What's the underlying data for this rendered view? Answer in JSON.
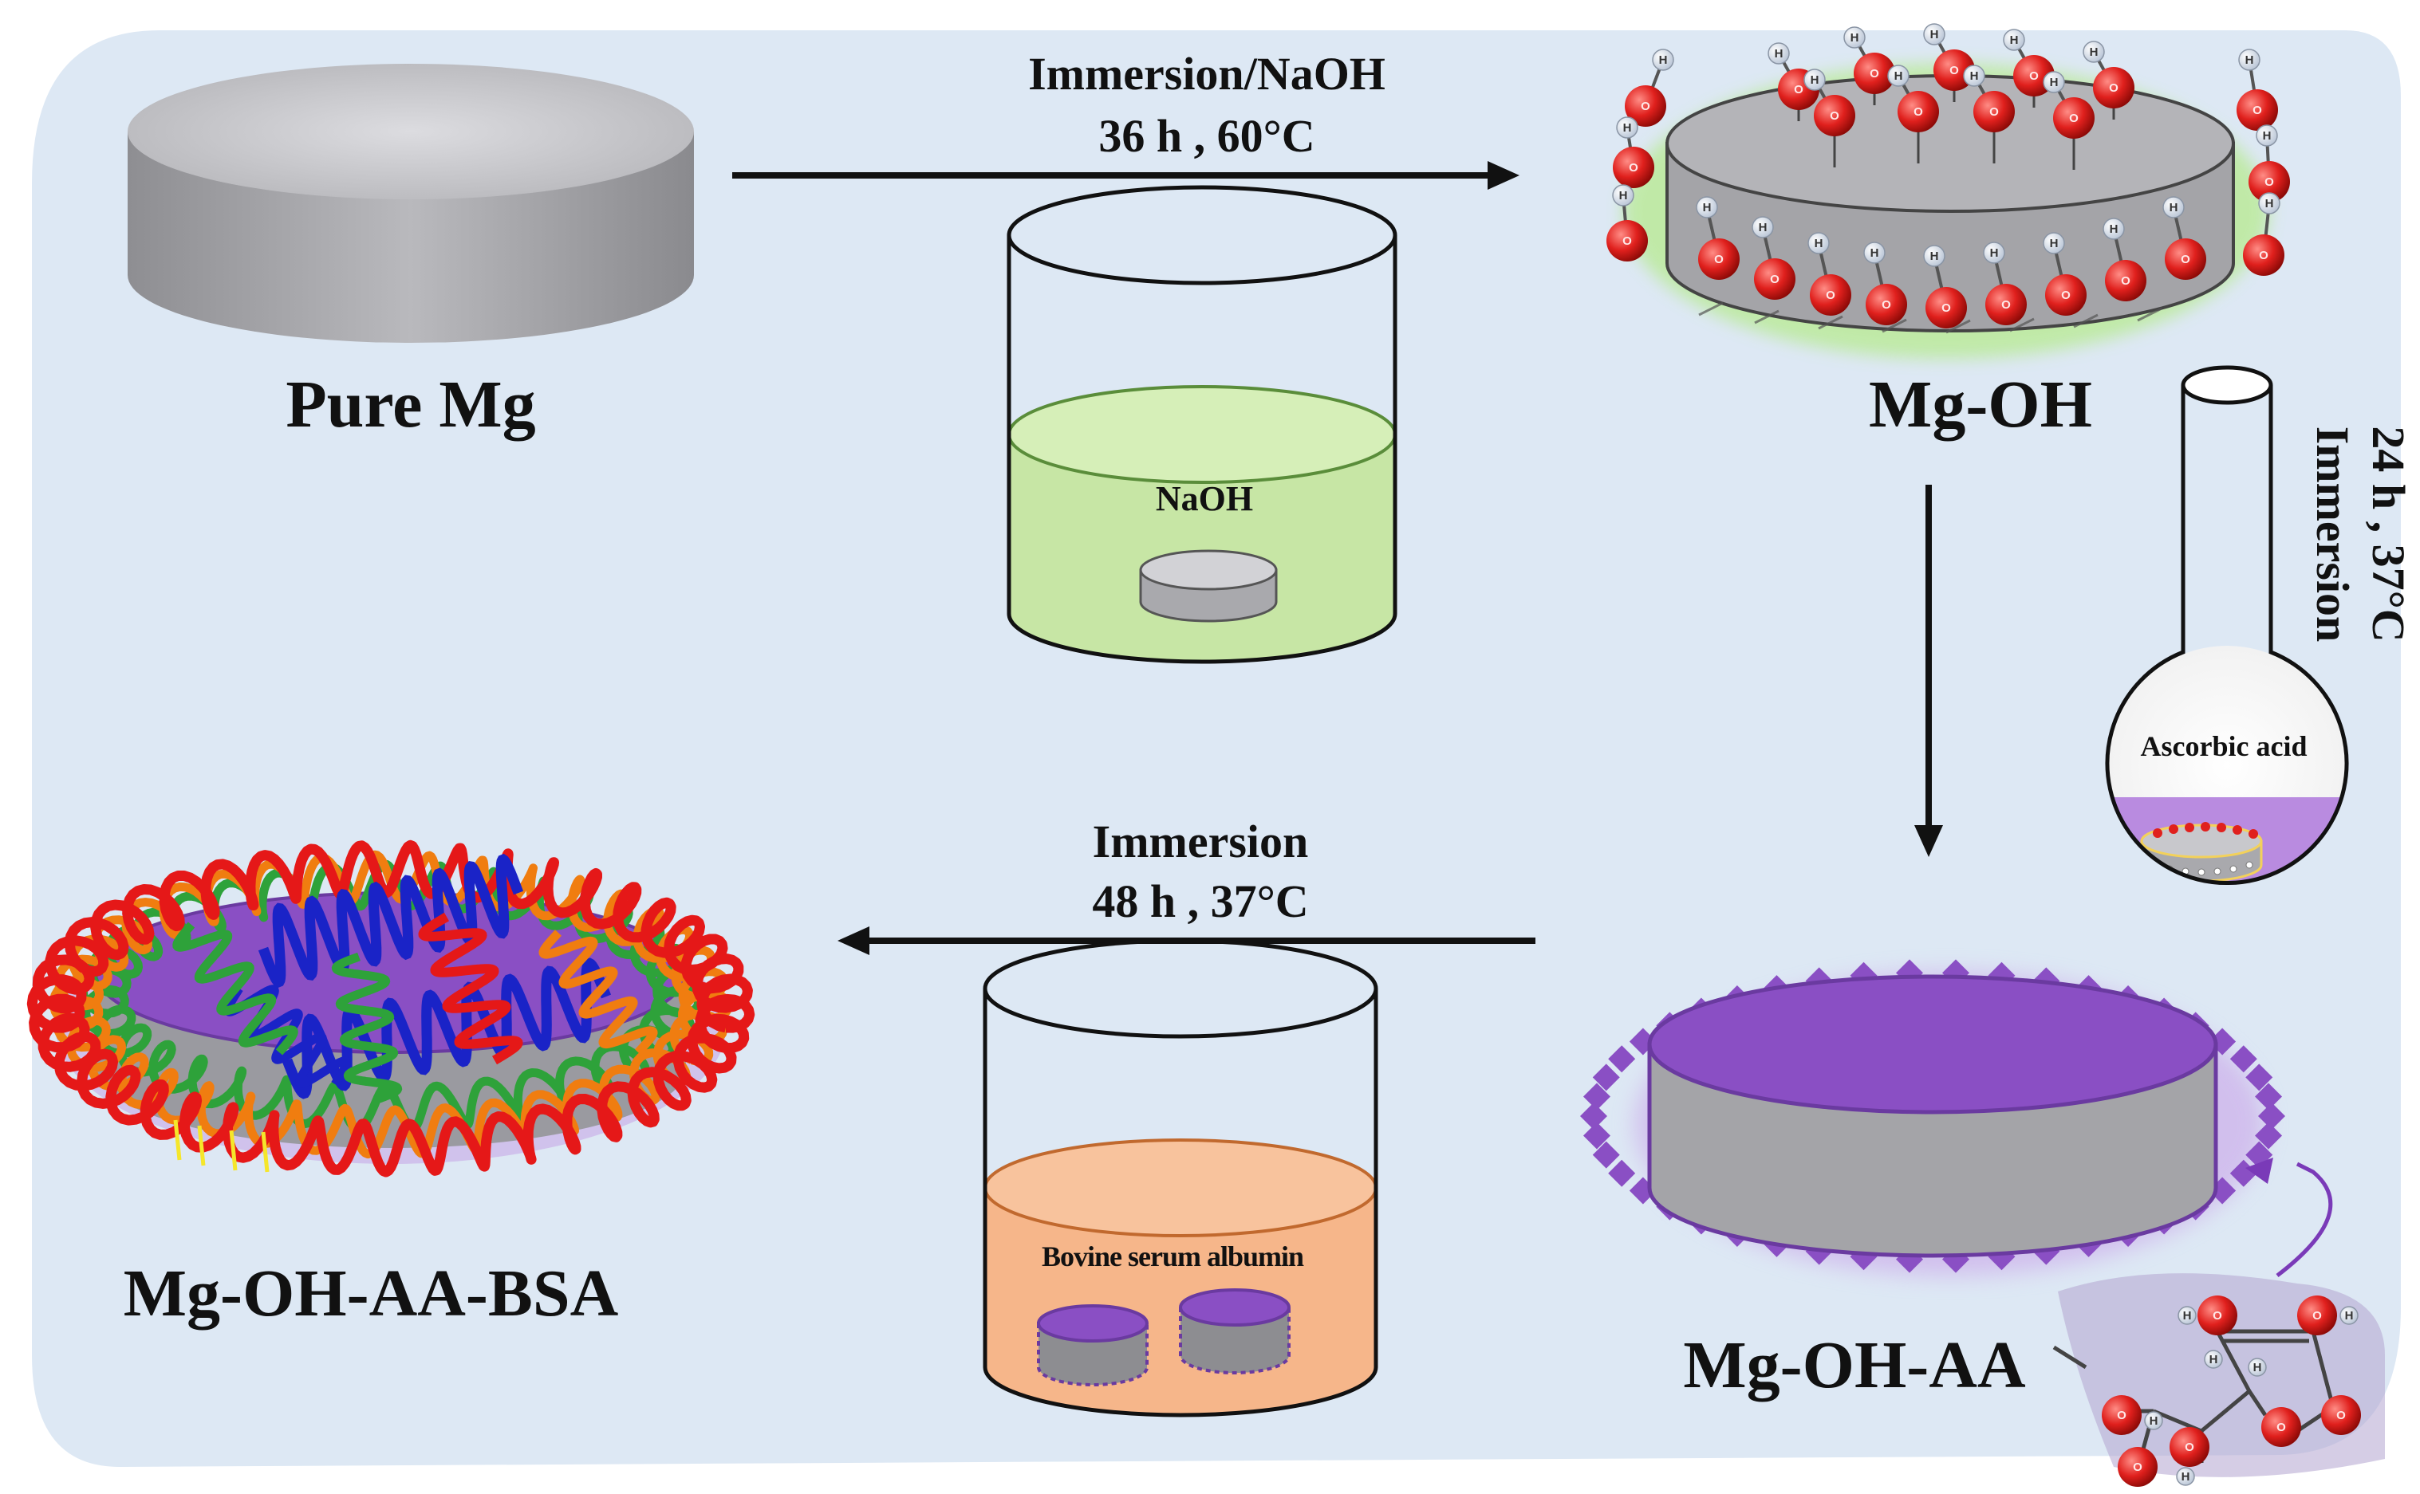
{
  "colors": {
    "background_panel": "#dde8f4",
    "metal_gray": "#a9a9ad",
    "naoh_solution": "#c7e6a5",
    "ascorbic_acid_solution": "#b98be0",
    "bsa_solution": "#f6b68a",
    "aa_coating": "#8a4fc4",
    "oxygen": "#e0201d",
    "hydrogen": "#e9eef6",
    "protein_red": "#e51818",
    "protein_orange": "#f07d10",
    "protein_green": "#2ea23a",
    "protein_blue": "#1a23c7"
  },
  "stages": {
    "pure_mg": "Pure Mg",
    "mg_oh": "Mg-OH",
    "mg_oh_aa": "Mg-OH-AA",
    "mg_oh_aa_bsa": "Mg-OH-AA-BSA"
  },
  "steps": {
    "step1": {
      "line1": "Immersion/NaOH",
      "line2": "36 h , 60°C",
      "solution": "NaOH"
    },
    "step2": {
      "line1": "Immersion",
      "line2": "24 h , 37°C",
      "solution": "Ascorbic acid"
    },
    "step3": {
      "line1": "Immersion",
      "line2": "48 h , 37°C",
      "solution": "Bovine serum albumin"
    }
  },
  "atoms": {
    "oxygen": "O",
    "hydrogen": "H"
  }
}
